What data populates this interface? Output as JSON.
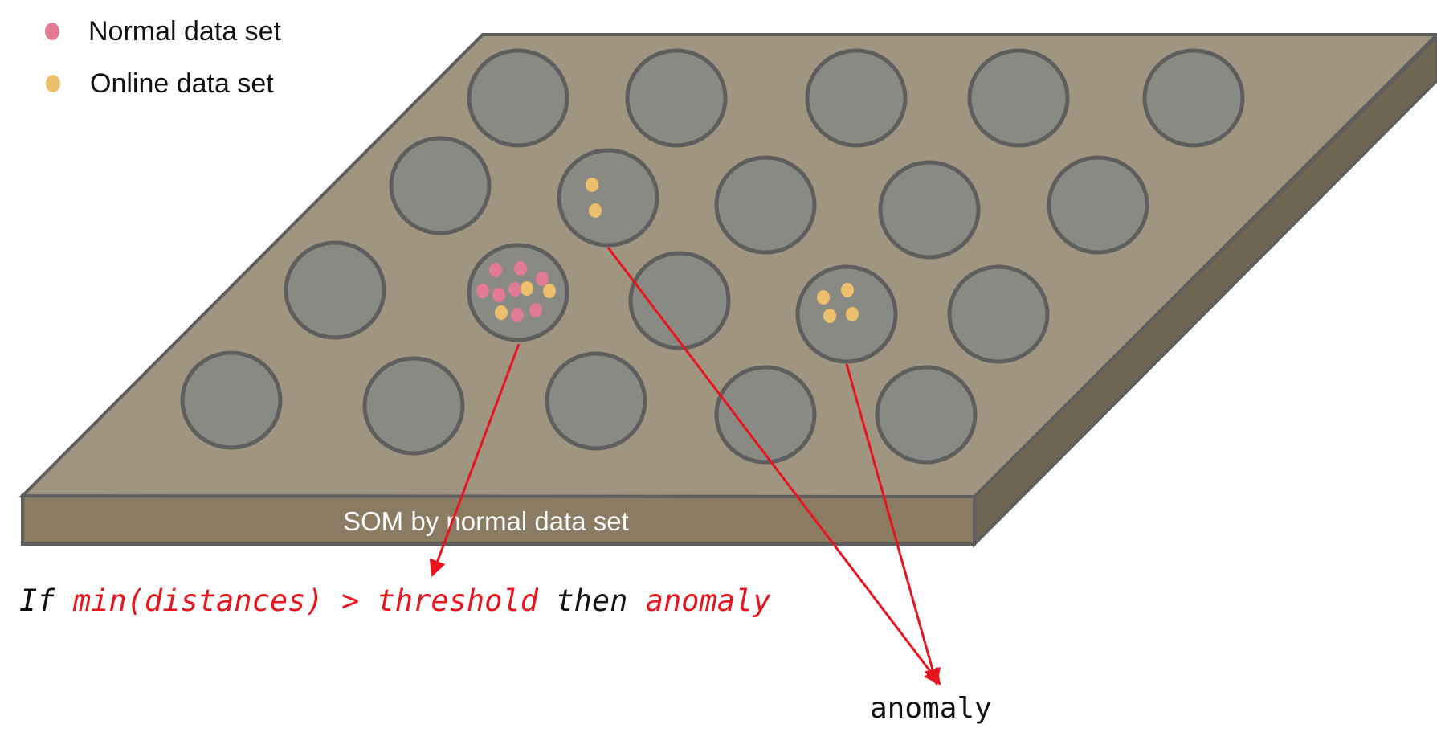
{
  "legend": {
    "items": [
      {
        "label": "Normal data set",
        "color": "#e07b93"
      },
      {
        "label": "Online data set",
        "color": "#ebbf6b"
      }
    ]
  },
  "plate": {
    "label": "SOM by normal data set",
    "top_color": "#a09580",
    "front_color": "#8a7b62",
    "side_color": "#6e6653",
    "edge_color": "#5e5e5e",
    "node_color": "#8a8a84"
  },
  "rule": {
    "parts": [
      {
        "text": "If ",
        "color": "#111111"
      },
      {
        "text": "min(distances) > threshold",
        "color": "#e8141e"
      },
      {
        "text": " then ",
        "color": "#111111"
      },
      {
        "text": "anomaly",
        "color": "#e8141e"
      }
    ]
  },
  "anomaly_label": "anomaly",
  "arrow_color": "#e8141e"
}
